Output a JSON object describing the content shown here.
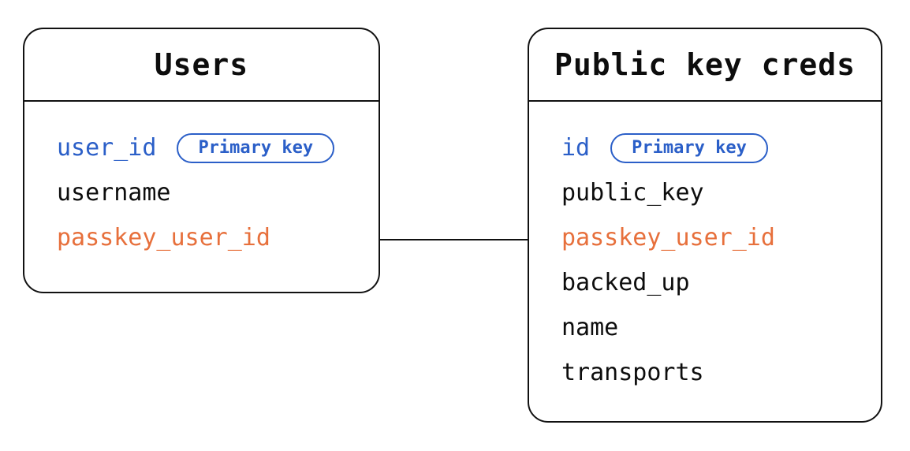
{
  "diagram": {
    "colors": {
      "primary_blue": "#2b5fc8",
      "foreign_orange": "#e7703c",
      "text_black": "#0d0d0d"
    },
    "connector": {
      "from_table": "Users",
      "from_field": "passkey_user_id",
      "to_table": "Public key creds",
      "to_field": "passkey_user_id"
    },
    "tables": [
      {
        "title": "Users",
        "fields": [
          {
            "name": "user_id",
            "color": "primary_blue",
            "badge": "Primary key"
          },
          {
            "name": "username",
            "color": "text_black"
          },
          {
            "name": "passkey_user_id",
            "color": "foreign_orange"
          }
        ]
      },
      {
        "title": "Public key creds",
        "fields": [
          {
            "name": "id",
            "color": "primary_blue",
            "badge": "Primary key"
          },
          {
            "name": "public_key",
            "color": "text_black"
          },
          {
            "name": "passkey_user_id",
            "color": "foreign_orange"
          },
          {
            "name": "backed_up",
            "color": "text_black"
          },
          {
            "name": "name",
            "color": "text_black"
          },
          {
            "name": "transports",
            "color": "text_black"
          }
        ]
      }
    ]
  }
}
